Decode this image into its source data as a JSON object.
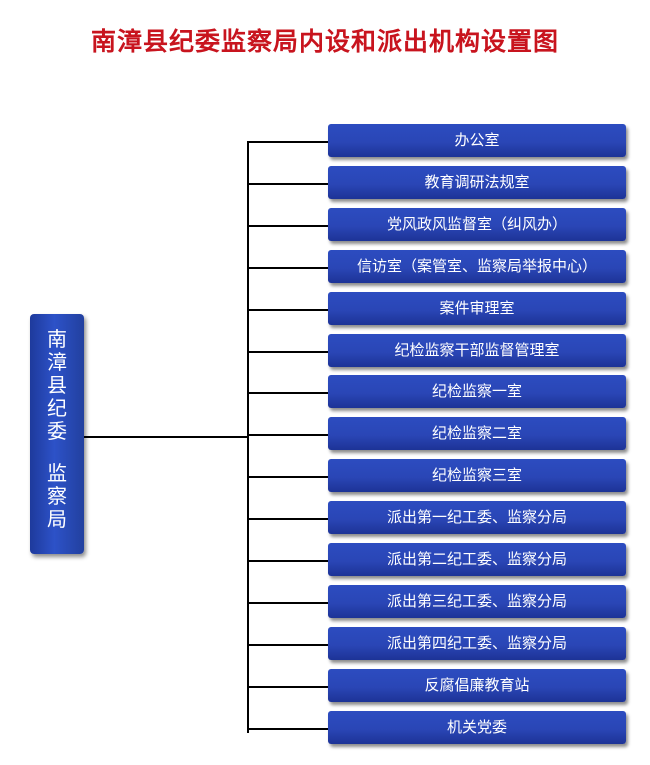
{
  "title": "南漳县纪委监察局内设和派出机构设置图",
  "root": {
    "line1": [
      "南",
      "漳",
      "县",
      "纪",
      "委"
    ],
    "line2": [
      "监",
      "察",
      "局"
    ]
  },
  "nodes": [
    "办公室",
    "教育调研法规室",
    "党风政风监督室（纠风办）",
    "信访室（案管室、监察局举报中心）",
    "案件审理室",
    "纪检监察干部监督管理室",
    "纪检监察一室",
    "纪检监察二室",
    "纪检监察三室",
    "派出第一纪工委、监察分局",
    "派出第二纪工委、监察分局",
    "派出第三纪工委、监察分局",
    "派出第四纪工委、监察分局",
    "反腐倡廉教育站",
    "机关党委"
  ],
  "colors": {
    "title": "#c8141e",
    "box": "#2a46b6",
    "connector": "#000000"
  }
}
